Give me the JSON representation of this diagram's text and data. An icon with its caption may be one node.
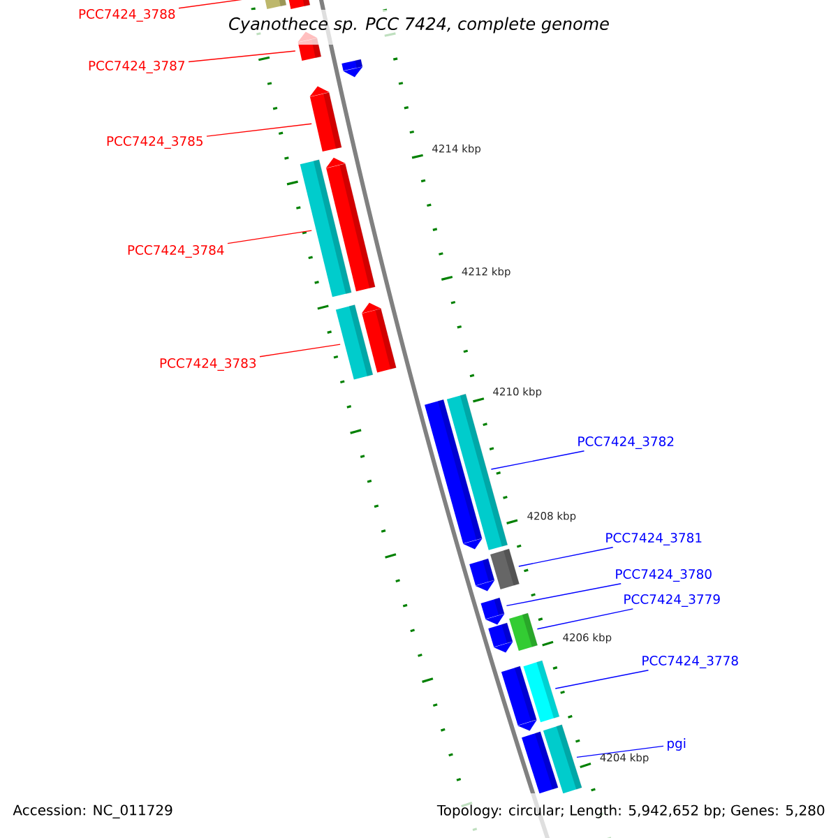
{
  "diagram": {
    "title": "Cyanothece sp. PCC 7424, complete genome",
    "nodes": [
      {
        "text": [
          "PCC7424_3788"
        ]
      },
      {
        "text": [],
        "shape": "bar"
      },
      {
        "text": [],
        "shape": "bar"
      },
      {
        "text": [
          "PCC7424_3787"
        ]
      },
      {
        "text": [],
        "shape": "bar"
      },
      {
        "text": [],
        "shape": "bar"
      },
      {
        "text": [
          "PCC7424_3785"
        ]
      },
      {
        "text": [],
        "shape": "bar"
      },
      {
        "text": [
          "PCC7424_3784"
        ]
      },
      {
        "text": [],
        "shape": "bar"
      },
      {
        "text": [],
        "shape": "bar"
      },
      {
        "text": [
          "PCC7424_3783"
        ]
      },
      {
        "text": [],
        "shape": "bar"
      },
      {
        "text": [],
        "shape": "bar"
      },
      {
        "text": [
          "PCC7424_3782"
        ]
      },
      {
        "text": [],
        "shape": "bar"
      },
      {
        "text": [],
        "shape": "bar"
      },
      {
        "text": [
          "PCC7424_3781"
        ]
      },
      {
        "text": [],
        "shape": "bar"
      },
      {
        "text": [],
        "shape": "bar"
      },
      {
        "text": [
          "PCC7424_3780"
        ]
      },
      {
        "text": [],
        "shape": "bar"
      },
      {
        "text": [
          "PCC7424_3779"
        ]
      },
      {
        "text": [],
        "shape": "bar"
      },
      {
        "text": [],
        "shape": "bar"
      },
      {
        "text": [
          "PCC7424_3778"
        ]
      },
      {
        "text": [],
        "shape": "bar"
      },
      {
        "text": [],
        "shape": "bar"
      },
      {
        "text": [
          "pgi"
        ]
      },
      {
        "text": [],
        "shape": "bar"
      },
      {
        "text": [],
        "shape": "bar"
      }
    ],
    "edges": [
      {
        "from": 0,
        "to": 1,
        "arrow": "none",
        "color": "#ff0000"
      },
      {
        "from": 3,
        "to": 4,
        "arrow": "none",
        "color": "#ff0000"
      },
      {
        "from": 6,
        "to": 7,
        "arrow": "none",
        "color": "#ff0000"
      },
      {
        "from": 8,
        "to": 9,
        "arrow": "none",
        "color": "#ff0000"
      },
      {
        "from": 11,
        "to": 12,
        "arrow": "none",
        "color": "#ff0000"
      },
      {
        "from": 14,
        "to": 16,
        "arrow": "none"
      },
      {
        "from": 17,
        "to": 19,
        "arrow": "none"
      },
      {
        "from": 20,
        "to": 21,
        "arrow": "none"
      },
      {
        "from": 22,
        "to": 24,
        "arrow": "none"
      },
      {
        "from": 25,
        "to": 27,
        "arrow": "none"
      },
      {
        "from": 28,
        "to": 30,
        "arrow": "none"
      }
    ],
    "labels": [
      "4214 kbp",
      "4212 kbp",
      "4210 kbp",
      "4208 kbp",
      "4206 kbp",
      "4204 kbp",
      "Accession: NC_011729",
      "Topology: circular; Length: 5,942,652 bp; Genes: 5,280"
    ]
  }
}
